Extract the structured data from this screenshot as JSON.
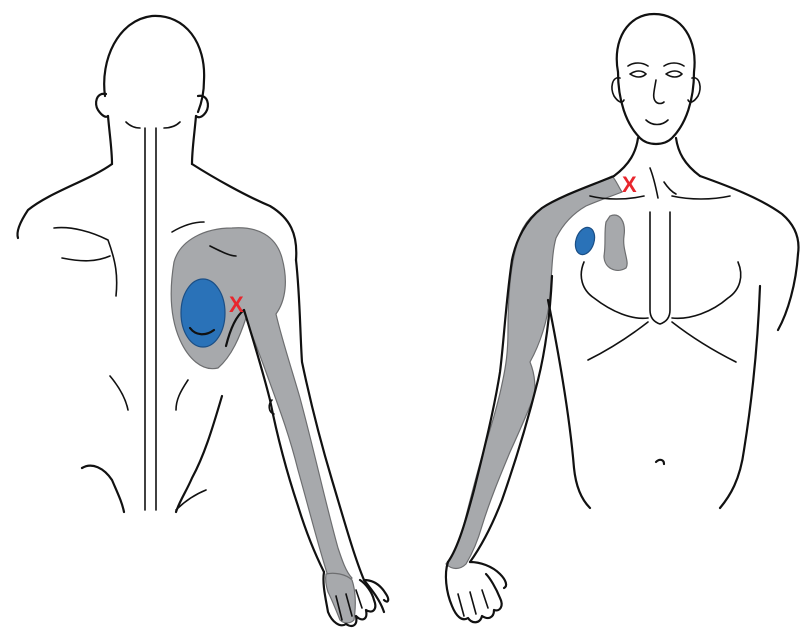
{
  "colors": {
    "outline": "#111111",
    "referred_pain": "#a7a9ac",
    "trigger_zone": "#2a72b8",
    "marker": "#e8262d",
    "background": "#ffffff"
  },
  "figures": [
    {
      "view": "back",
      "marker": {
        "label": "X",
        "color": "#e8262d"
      }
    },
    {
      "view": "front",
      "marker": {
        "label": "X",
        "color": "#e8262d"
      }
    }
  ]
}
